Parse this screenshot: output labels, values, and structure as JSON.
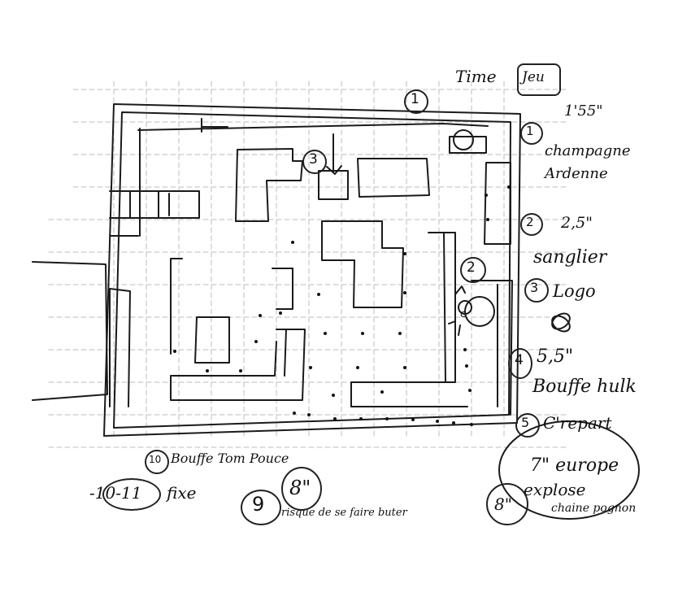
{
  "time_label": "Time",
  "time_box": "Jeu",
  "maze_markers": {
    "top": "1",
    "right_pink": "2",
    "logo": "3"
  },
  "events": [
    {
      "num": "1",
      "time": "1'55\"",
      "text": "champagne Ardenne"
    },
    {
      "num": "2",
      "time": "2,5\"",
      "text": "sanglier"
    },
    {
      "num": "3",
      "time": "",
      "text": "Logo"
    },
    {
      "num": "4",
      "time": "5,5\"",
      "text": "Bouffe hulk"
    },
    {
      "num": "5",
      "time": "",
      "text": "C'repart"
    }
  ],
  "europe_time": "7\" europe",
  "explose_text": "explose",
  "eight_time": "8\"",
  "chaine_text": "chaine pognon",
  "bottom_notes": {
    "n10_num": "10",
    "n10_text": "Bouffe Tom Pouce",
    "fixe_range": "-10-11",
    "fixe_text": "fixe",
    "n8_time": "8\"",
    "n9_num": "9",
    "n9_text": "risque de se faire buter"
  }
}
